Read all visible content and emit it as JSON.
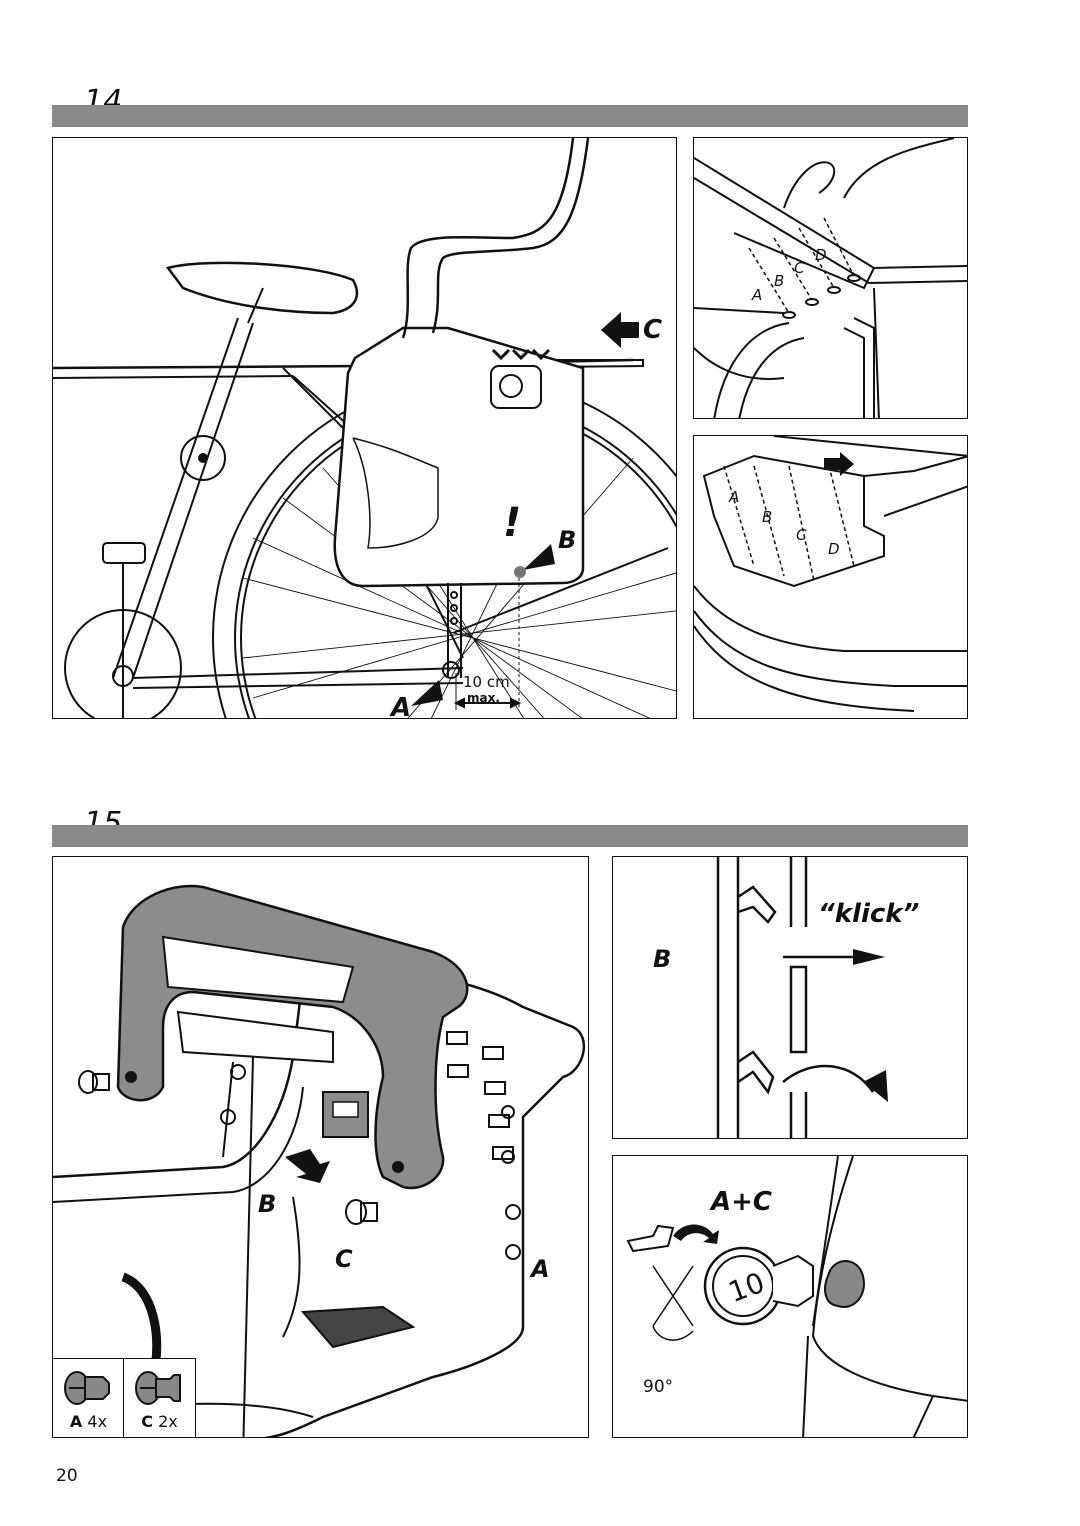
{
  "steps": [
    {
      "number": "14"
    },
    {
      "number": "15"
    }
  ],
  "fig14_main": {
    "label_a": "A",
    "label_b": "B",
    "label_c": "C",
    "warning": "!",
    "distance": "10 cm",
    "distance_note": "max."
  },
  "fig14_rack_top": {
    "holes": [
      "A",
      "B",
      "C",
      "D"
    ]
  },
  "fig14_rack_bottom": {
    "slots": [
      "A",
      "B",
      "C",
      "D"
    ]
  },
  "fig15_main": {
    "label_a": "A",
    "label_b": "B",
    "label_c": "C",
    "legend": [
      {
        "key": "A",
        "count": "4x",
        "icon": "screw-a-icon"
      },
      {
        "key": "C",
        "count": "2x",
        "icon": "screw-c-icon"
      }
    ]
  },
  "fig15_klick": {
    "sound": "“klick”",
    "label": "B"
  },
  "fig15_lock": {
    "label": "A+C",
    "angle": "90°",
    "dial_number": "10"
  },
  "page": {
    "number": "20"
  }
}
